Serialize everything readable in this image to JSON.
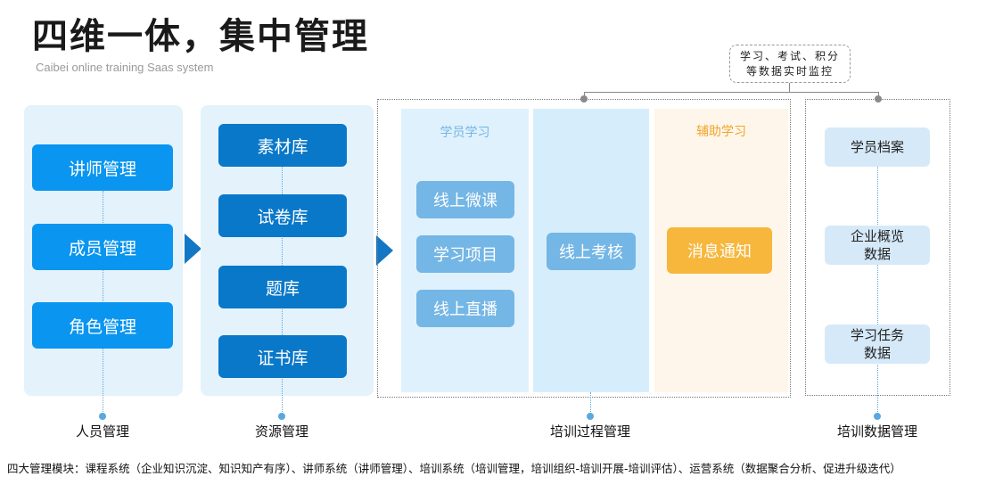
{
  "title": "四维一体，集中管理",
  "subtitle": "Caibei online training Saas system",
  "personnel": {
    "items": [
      "讲师管理",
      "成员管理",
      "角色管理"
    ],
    "label": "人员管理"
  },
  "resources": {
    "items": [
      "素材库",
      "试卷库",
      "题库",
      "证书库"
    ],
    "label": "资源管理"
  },
  "process": {
    "student_learning": {
      "header": "学员学习",
      "items": [
        "线上微课",
        "学习项目",
        "线上直播"
      ]
    },
    "exam": {
      "item": "线上考核"
    },
    "assist": {
      "header": "辅助学习",
      "item": "消息通知"
    },
    "label": "培训过程管理"
  },
  "data_mgmt": {
    "items": [
      {
        "line1": "学员档案",
        "line2": ""
      },
      {
        "line1": "企业概览",
        "line2": "数据"
      },
      {
        "line1": "学习任务",
        "line2": "数据"
      }
    ],
    "label": "培训数据管理"
  },
  "callout": {
    "line1": "学习、考试、积分",
    "line2": "等数据实时监控"
  },
  "footer": "四大管理模块：课程系统（企业知识沉淀、知识知产有序）、讲师系统（讲师管理）、培训系统（培训管理，培训组织-培训开展-培训评估）、运营系统（数据聚合分析、促进升级迭代）",
  "colors": {
    "primary_blue": "#0a95f0",
    "dark_blue": "#0a78c8",
    "mid_blue": "#74b6e5",
    "orange": "#f6b73c",
    "panel_bg": "#e4f2fc"
  }
}
